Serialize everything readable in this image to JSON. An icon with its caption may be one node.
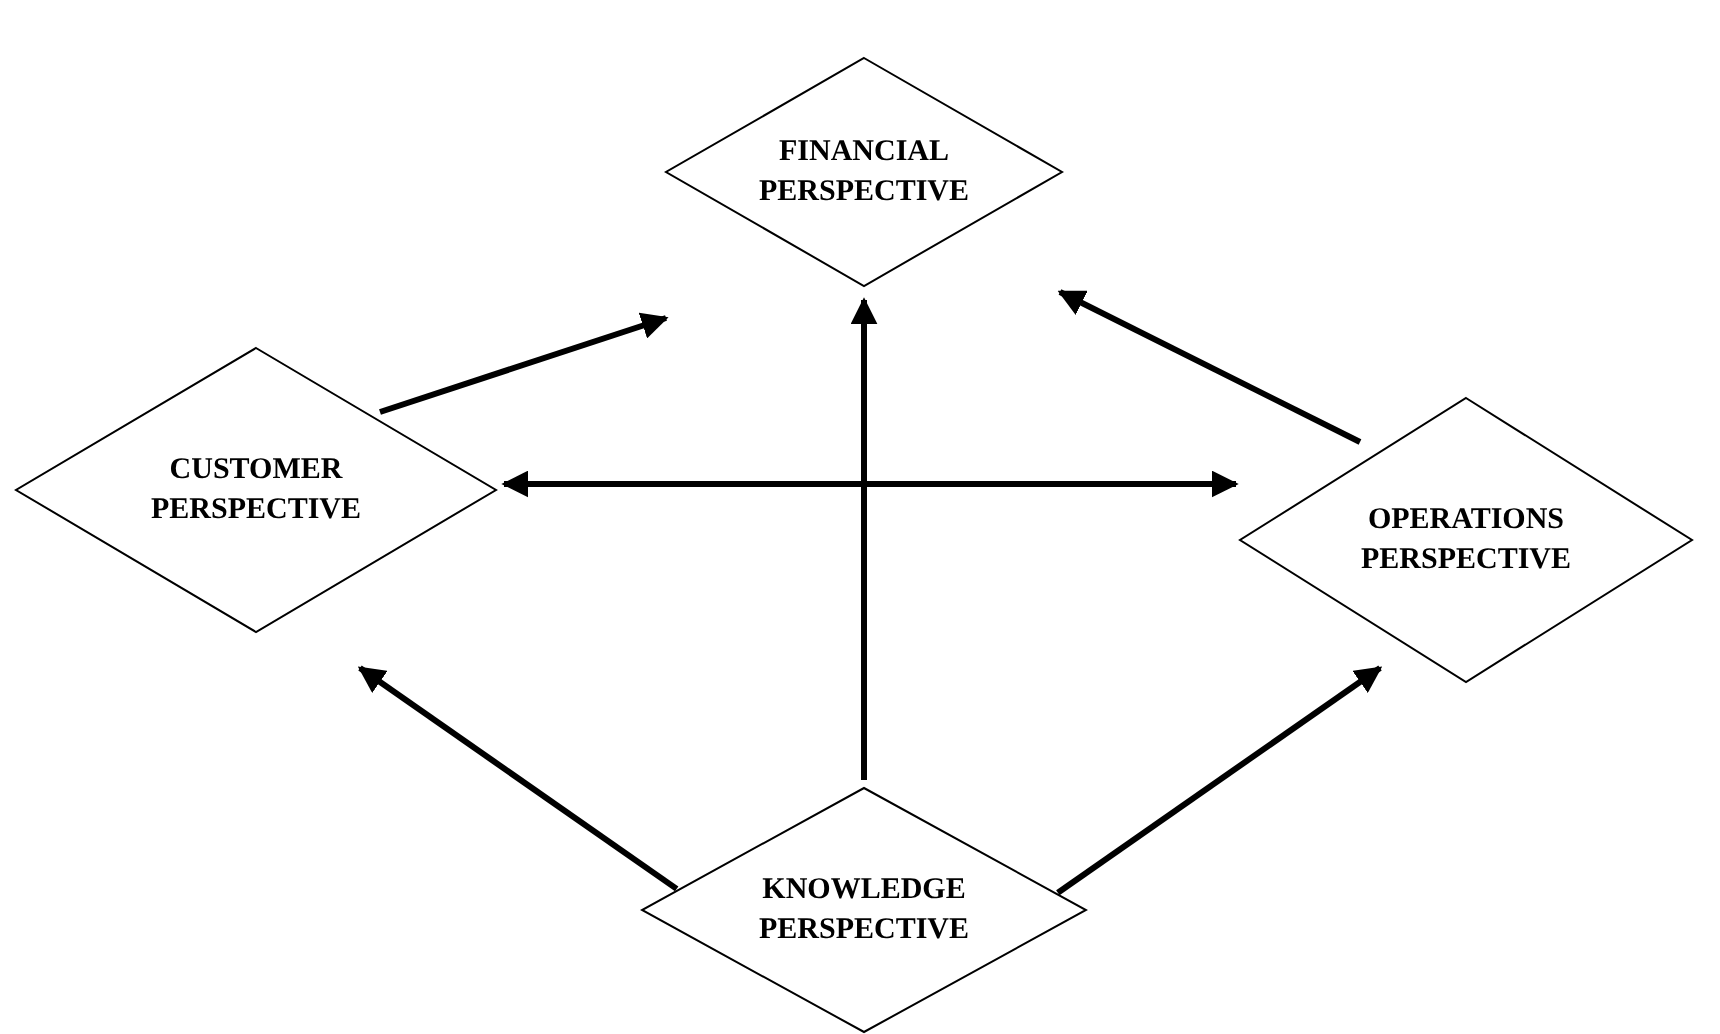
{
  "diagram": {
    "nodes": [
      {
        "text": [
          "FINANCIAL PERSPECTIVE"
        ]
      },
      {
        "text": [
          "CUSTOMER PERSPECTIVE"
        ]
      },
      {
        "text": [
          "OPERATIONS PERSPECTIVE"
        ]
      },
      {
        "text": [
          "KNOWLEDGE PERSPECTIVE"
        ]
      }
    ],
    "edges": [
      {
        "from": 1,
        "to": 0,
        "arrow": "to"
      },
      {
        "from": 3,
        "to": 0,
        "arrow": "to"
      },
      {
        "from": 2,
        "to": 0,
        "arrow": "to"
      },
      {
        "from": 1,
        "to": 2,
        "arrow": "both"
      },
      {
        "from": 3,
        "to": 1,
        "arrow": "to"
      },
      {
        "from": 3,
        "to": 2,
        "arrow": "to"
      }
    ]
  }
}
